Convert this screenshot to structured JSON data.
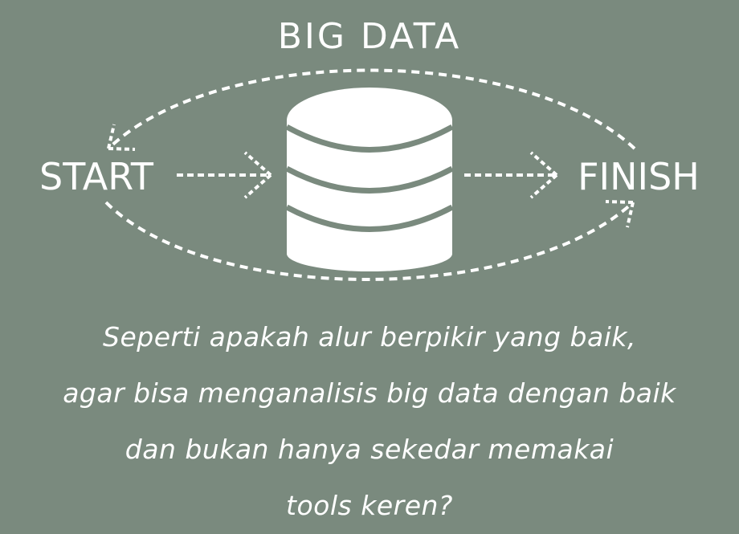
{
  "diagram": {
    "title": "BIG DATA",
    "start_label": "START",
    "finish_label": "FINISH",
    "center_icon": "database-icon",
    "colors": {
      "background": "#7a8a7e",
      "foreground": "#ffffff"
    }
  },
  "caption": {
    "lines": [
      "Seperti apakah alur berpikir yang baik,",
      "agar bisa menganalisis big data dengan baik",
      "dan bukan hanya sekedar memakai",
      "tools keren?"
    ]
  }
}
